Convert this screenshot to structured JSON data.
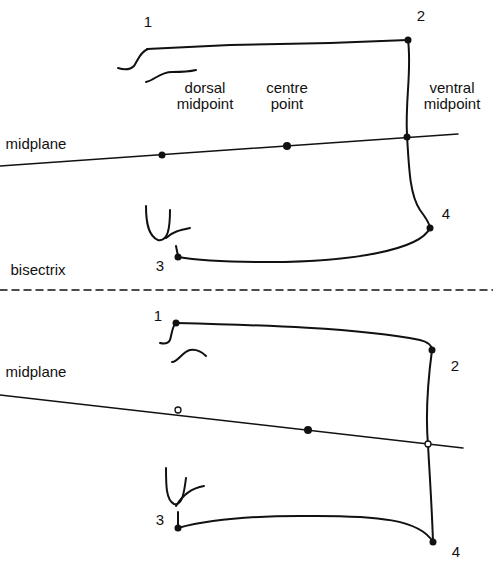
{
  "diagram": {
    "labels": [
      "1",
      "2",
      "dorsal midpoint",
      "centre point",
      "ventral midpoint",
      "midplane",
      "4",
      "3",
      "bisectrix",
      "1",
      "2",
      "midplane",
      "3",
      "4"
    ]
  }
}
